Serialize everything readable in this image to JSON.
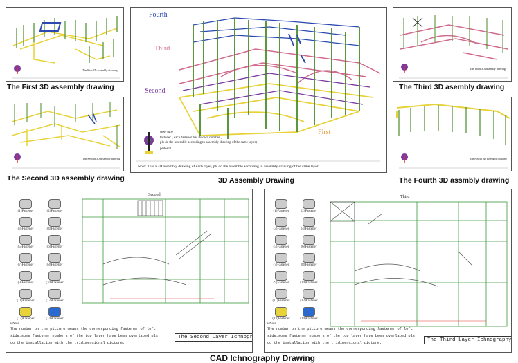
{
  "captions": {
    "first": "The First 3D assembly drawing",
    "second": "The Second 3D assembly drawing",
    "center": "3D Assembly Drawing",
    "third": "The Third 3D asembly drawing",
    "fourth": "The Fourth 3D assmbly drawing",
    "bottom": "CAD Ichnography Drawing"
  },
  "center_panel": {
    "layer_fourth": "Fourth",
    "layer_third": "Third",
    "layer_second": "Second",
    "layer_first": "First",
    "legend_steel": "steel tube",
    "legend_fastener": "fastener ( each fastener has its own number ,",
    "legend_fastener2": "pls do the assemble according to assembly drawing of the same layer)",
    "legend_pedestal": "pedestal",
    "note": "Note: This a 3D assembly drawing of each layer, pls do the assemble according to assembly drawing of the same layer."
  },
  "small_panels": {
    "first_label": "The First 3D assembly drawing",
    "second_label": "The Second 3D assembly drawing",
    "third_label": "The Third 3D assembly drawing",
    "fourth_label": "The Fourth 3D assembly drawing"
  },
  "cad_left": {
    "layer_tag": "Second",
    "title": "The Second Layer Ichnography",
    "note_head": "• Note",
    "note_line1": "The number on the picture means  the corresponding fastener of left",
    "note_line2": "side,some fastener numbers of the top layer have been overlaped,pls",
    "note_line3": "do the installation with the tridimensional picture.",
    "fasteners": [
      "(1)Fastener",
      "(2)Fastener",
      "(3)Fastener",
      "(4)Fastener",
      "(5)Fastener",
      "(6)Fastener",
      "(7)Fastener",
      "(8)Fastener",
      "(9)Fastener",
      "(10)Fastener",
      "(11)Fastener",
      "(12)Fastener",
      "(13)Fastener",
      "(14)Fastener"
    ]
  },
  "cad_right": {
    "layer_tag": "Third",
    "title": "The Third Layer Ichnography",
    "note_head": "• Note",
    "note_line1": "The number on the picture means  the corresponding fastener of left",
    "note_line2": "side,some fastener numbers of the top layer have been overlaped,pls",
    "note_line3": "do the installation with the tridimensional picture.",
    "fasteners": [
      "(1)Fastener",
      "(2)Fastener",
      "(3)Fastener",
      "(4)Fastener",
      "(5)Fastener",
      "(6)Fastener",
      "(7)Fastener",
      "(8)Fastener",
      "(9)Fastener",
      "(10)Fastener",
      "(11)Fastener",
      "(12)Fastener",
      "(13)Fastener",
      "(14)Fastener"
    ]
  },
  "colors": {
    "tube_green": "#4a8a2a",
    "tube_yellow": "#e8d23a",
    "tube_pink": "#d06a8a",
    "tube_purple": "#7a3aa0",
    "tube_blue": "#2a4ab0",
    "cad_green": "#3a9a3a",
    "label_orange": "#e39a3a"
  }
}
